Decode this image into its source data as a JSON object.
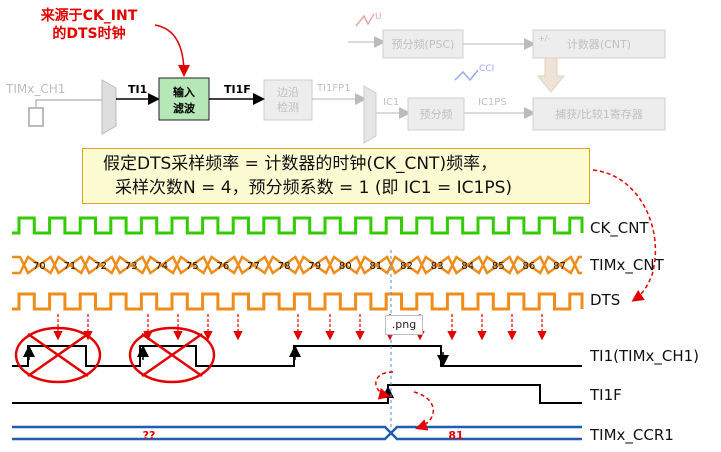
{
  "source_note": {
    "line1": "来源于CK_INT",
    "line2": "的DTS时钟"
  },
  "block_diagram": {
    "tim_ch1": "TIMx_CH1",
    "ti1": "TI1",
    "filter": {
      "line1": "输入",
      "line2": "滤波"
    },
    "ti1f": "TI1F",
    "edge": {
      "line1": "边沿",
      "line2": "检测"
    },
    "ti1fp1": "TI1FP1",
    "ic1": "IC1",
    "prescaler": "预分频",
    "ic1ps": "IC1PS",
    "capture_reg": "捕获/比较1寄存器",
    "u": "U",
    "psc": "预分频(PSC)",
    "cnt": "计数器(CNT)",
    "cci": "CCI",
    "ud": "+/-"
  },
  "assumption": {
    "line1": "假定DTS采样频率 = 计数器的时钟(CK_CNT)频率，",
    "line2": "采样次数N = 4，预分频系数 = 1 (即 IC1 = IC1PS)"
  },
  "signals": {
    "ck_cnt": "CK_CNT",
    "tim_cnt": "TIMx_CNT",
    "dts": "DTS",
    "ti1": "TI1(TIMx_CH1)",
    "ti1f": "TI1F",
    "ccr1": "TIMx_CCR1"
  },
  "counter_values": [
    "70",
    "71",
    "72",
    "73",
    "74",
    "75",
    "76",
    "77",
    "78",
    "79",
    "80",
    "81",
    "82",
    "83",
    "84",
    "85",
    "86",
    "87"
  ],
  "ccr1_values": {
    "before": "??",
    "after": "81"
  },
  "tooltip": ".png",
  "colors": {
    "clock": "#33cc00",
    "counter": "#f08c19",
    "ccr": "#1f5fae",
    "red": "#e30000",
    "box": "#b6e7b6"
  }
}
